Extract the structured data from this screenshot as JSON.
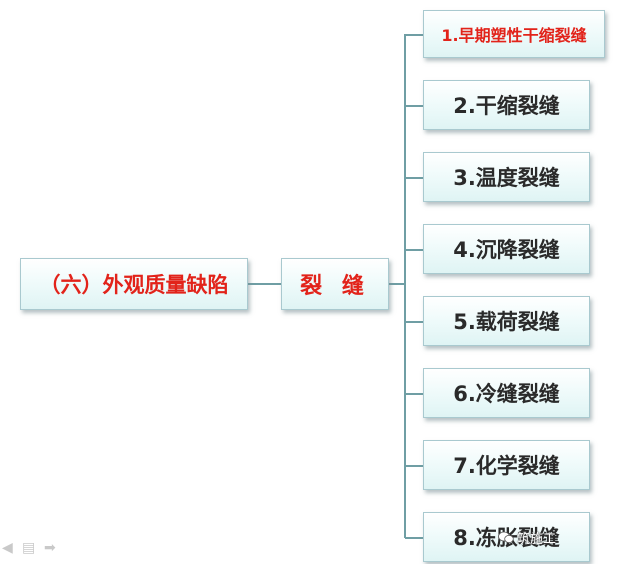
{
  "diagram": {
    "root_label": "（六）外观质量缺陷",
    "mid_label": "裂 缝",
    "leaves": [
      "1.早期塑性干缩裂缝",
      "2.干缩裂缝",
      "3.温度裂缝",
      "4.沉降裂缝",
      "5.载荷裂缝",
      "6.冷缝裂缝",
      "7.化学裂缝",
      "8.冻胀裂缝"
    ]
  },
  "watermark": {
    "text": "筑施工"
  },
  "colors": {
    "highlight": "#e2231a",
    "text": "#2a2a2a",
    "connector": "#6f9ea4",
    "box_border": "#a9c9cf"
  }
}
